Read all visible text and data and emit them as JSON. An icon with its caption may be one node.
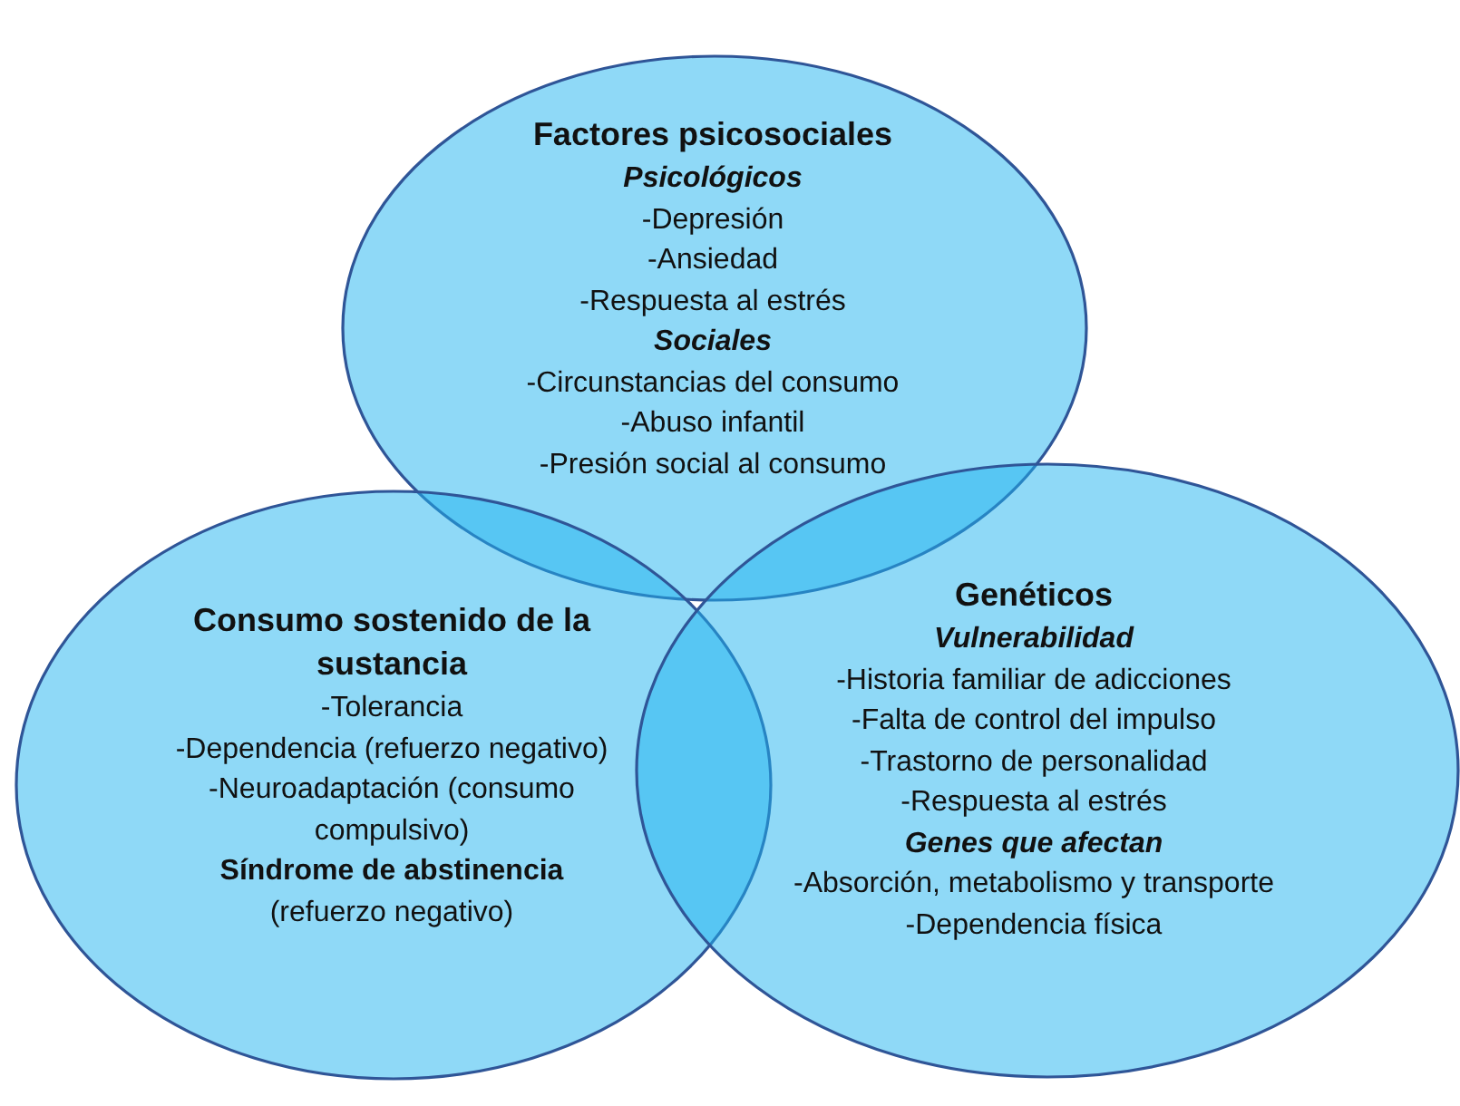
{
  "diagram": {
    "nodes": [
      {
        "text": [
          "Factores psicosociales",
          "Psicológicos",
          "-Depresión",
          "-Ansiedad",
          "-Respuesta al estrés",
          "Sociales",
          "-Circunstancias del consumo",
          "-Abuso infantil",
          "-Presión social al consumo"
        ]
      },
      {
        "text": [
          "Consumo sostenido de la sustancia",
          "-Tolerancia",
          "-Dependencia (refuerzo negativo)",
          "-Neuroadaptación (consumo compulsivo)",
          "Síndrome de abstinencia",
          "(refuerzo negativo)"
        ]
      },
      {
        "text": [
          "Genéticos",
          "Vulnerabilidad",
          "-Historia familiar de adicciones",
          "-Falta de control del impulso",
          "-Trastorno de personalidad",
          "-Respuesta al estrés",
          "Genes que afectan",
          "-Absorción, metabolismo y transporte",
          "-Dependencia física"
        ]
      }
    ],
    "edges": []
  }
}
